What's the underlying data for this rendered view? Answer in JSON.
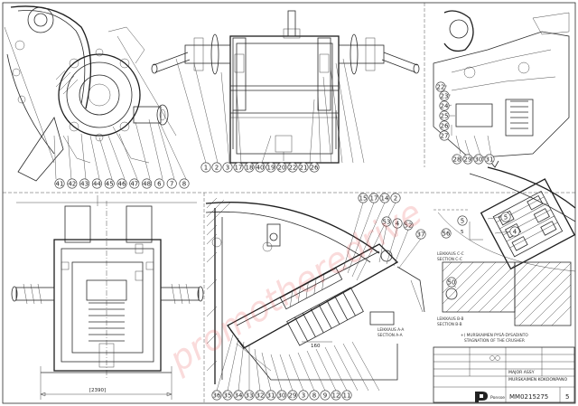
{
  "drawing": {
    "watermark": "promotheredrive",
    "dimension_width": "[2390]",
    "dimension_160": "160",
    "dimension_S": "5"
  },
  "callouts": {
    "view_top_left": [
      "41",
      "42",
      "43",
      "44",
      "45",
      "46",
      "47",
      "48",
      "6",
      "7",
      "8"
    ],
    "view_top_middle": [
      "1",
      "2",
      "3",
      "17",
      "18",
      "40",
      "19",
      "20",
      "22",
      "21",
      "26"
    ],
    "view_top_right": [
      "22",
      "23",
      "24",
      "25",
      "26",
      "27",
      "28",
      "29",
      "30",
      "31"
    ],
    "view_section_a": [
      "15",
      "17",
      "14",
      "2",
      "53",
      "4",
      "52",
      "37",
      "36",
      "35",
      "34",
      "33",
      "32",
      "31",
      "30",
      "29",
      "3",
      "8",
      "9",
      "12",
      "11"
    ],
    "view_section_b": [
      "5",
      "4",
      "50",
      "56",
      "5"
    ]
  },
  "section_labels": {
    "section_a": "LEIKKAUS A-A",
    "section_a_en": "SECTION A-A",
    "section_b": "LEIKKAUS B-B",
    "section_b_en": "SECTION B-B",
    "section_c": "LEIKKAUS C-C",
    "section_c_en": "SECTION C-C"
  },
  "notes": {
    "line1": "+) MURSKAIMEN PYSÄ-DYSADINTO",
    "line2": "STAGNATION OF THE CRUSHER"
  },
  "title_block": {
    "drawing_title": "MAJOR ASSY",
    "drawing_subtitle": "MURSKAIMEN KOKOONPANO",
    "drawing_number": "MM0215275",
    "sheet": "5",
    "company": "Ponsse"
  }
}
